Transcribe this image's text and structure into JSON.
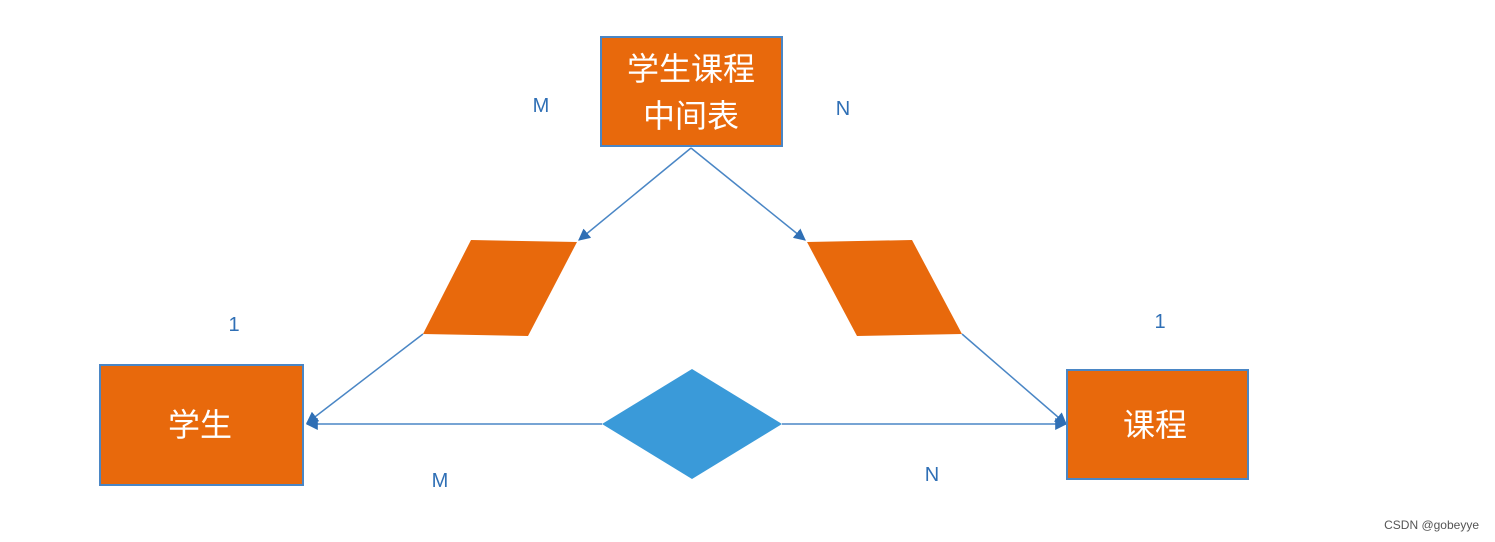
{
  "diagram": {
    "entities": {
      "junction": {
        "lines": [
          "学生课程",
          "中间表"
        ]
      },
      "student": {
        "label": "学生"
      },
      "course": {
        "label": "课程"
      }
    },
    "cardinalities": {
      "junction_left": "M",
      "junction_right": "N",
      "student_one": "1",
      "course_one": "1",
      "bottom_left": "M",
      "bottom_right": "N"
    }
  },
  "colors": {
    "entity_fill": "#e8690c",
    "entity_border": "#4a86c5",
    "relationship_fill": "#3a9ad9",
    "line": "#4a86c5",
    "label": "#2f6fb5"
  },
  "watermark": "CSDN @gobeyye"
}
